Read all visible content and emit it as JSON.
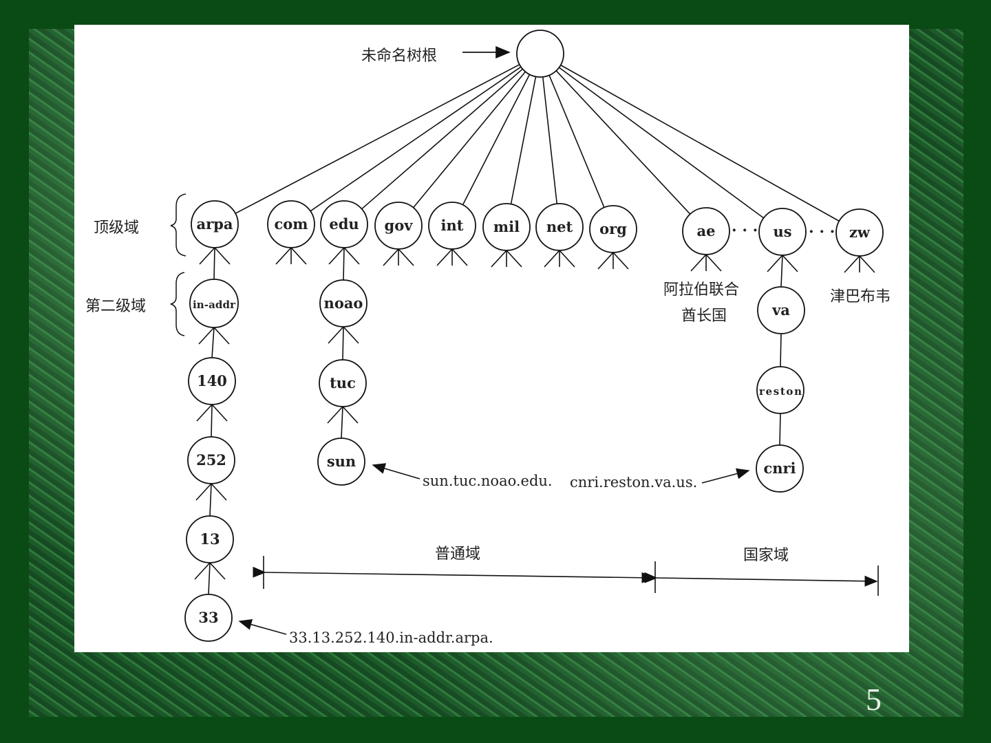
{
  "root_label": "未命名树根",
  "level_labels": {
    "top": "顶级域",
    "second": "第二级域"
  },
  "nodes": {
    "root": "",
    "arpa": "arpa",
    "com": "com",
    "edu": "edu",
    "gov": "gov",
    "int": "int",
    "mil": "mil",
    "net": "net",
    "org": "org",
    "ae": "ae",
    "us": "us",
    "zw": "zw",
    "inaddr": "in-addr",
    "n140": "140",
    "n252": "252",
    "n13": "13",
    "n33": "33",
    "noao": "noao",
    "tuc": "tuc",
    "sun": "sun",
    "va": "va",
    "reston": "reston",
    "cnri": "cnri"
  },
  "ellipsis": "· · ·",
  "country_names": {
    "ae_line1": "阿拉伯联合",
    "ae_line2": "酋长国",
    "zw": "津巴布韦"
  },
  "examples": {
    "sun": "sun.tuc.noao.edu.",
    "cnri": "cnri.reston.va.us.",
    "arpa": "33.13.252.140.in-addr.arpa."
  },
  "ranges": {
    "generic": "普通域",
    "country": "国家域"
  },
  "page_number": "5"
}
